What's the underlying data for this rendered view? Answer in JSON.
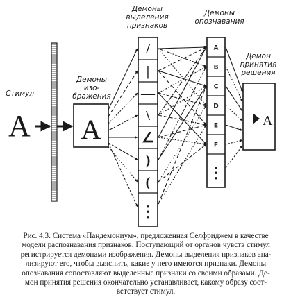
{
  "labels": {
    "stimulus": "Стимул",
    "image_demons": [
      "Демоны",
      "изо-",
      "бражения"
    ],
    "feature_demons": [
      "Демоны",
      "выделения",
      "признаков"
    ],
    "cognitive_demons": [
      "Демоны",
      "опознавания"
    ],
    "decision_demons": [
      "Демон",
      "принятия",
      "решения"
    ]
  },
  "stimulus_letter": "A",
  "image_letter": "A",
  "decision_letter": "A",
  "feature_symbols": [
    "/",
    "|",
    "—",
    "\\",
    "∠",
    ")",
    "("
  ],
  "cognitive_letters": [
    "A",
    "B",
    "C",
    "D",
    "E",
    "F"
  ],
  "ellipsis": "⋮",
  "caption": [
    "Рис. 4.3. Система «Пандемониум», предложенная Селфриджем в качестве",
    "модели распознавания признаков. Поступающий от органов чувств стимул",
    "регистрируется демонами изображения. Демоны выделения признаков ана-",
    "лизируют его, чтобы выяснить, какие у него имеются признаки. Демоны",
    "опознавания сопоставляют выделенные признаки со своими образами. Де-",
    "мон принятия решения окончательно устанавливает, какому образу соот-",
    "ветствует стимул."
  ]
}
